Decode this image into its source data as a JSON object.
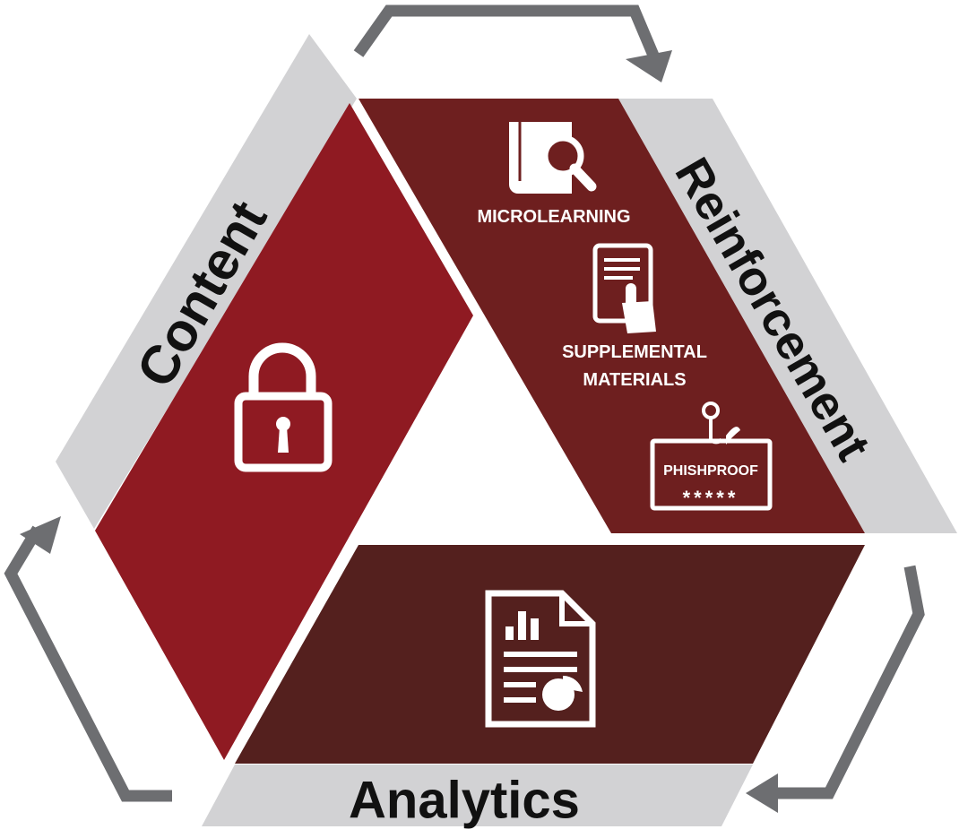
{
  "diagram": {
    "sections": {
      "content": {
        "label": "Content",
        "icon": "padlock-icon"
      },
      "reinforcement": {
        "label": "Reinforcement",
        "items": [
          {
            "label_lines": [
              "MICROLEARNING"
            ],
            "icon": "book-magnifier-icon"
          },
          {
            "label_lines": [
              "SUPPLEMENTAL",
              "MATERIALS"
            ],
            "icon": "tablet-touch-icon"
          },
          {
            "label_lines": [
              "PHISHPROOF"
            ],
            "icon": "phishing-hook-password-icon",
            "password_mask": "*****"
          }
        ]
      },
      "analytics": {
        "label": "Analytics",
        "icon": "report-chart-icon"
      }
    },
    "cycle_arrows": [
      "arrow-top-right",
      "arrow-bottom-right",
      "arrow-left"
    ],
    "colors": {
      "content": "#8f1a22",
      "reinforcement": "#6e1f1f",
      "analytics": "#54201e",
      "band": "#d2d2d4",
      "arrow": "#6d6e71",
      "icon": "#ffffff"
    }
  }
}
